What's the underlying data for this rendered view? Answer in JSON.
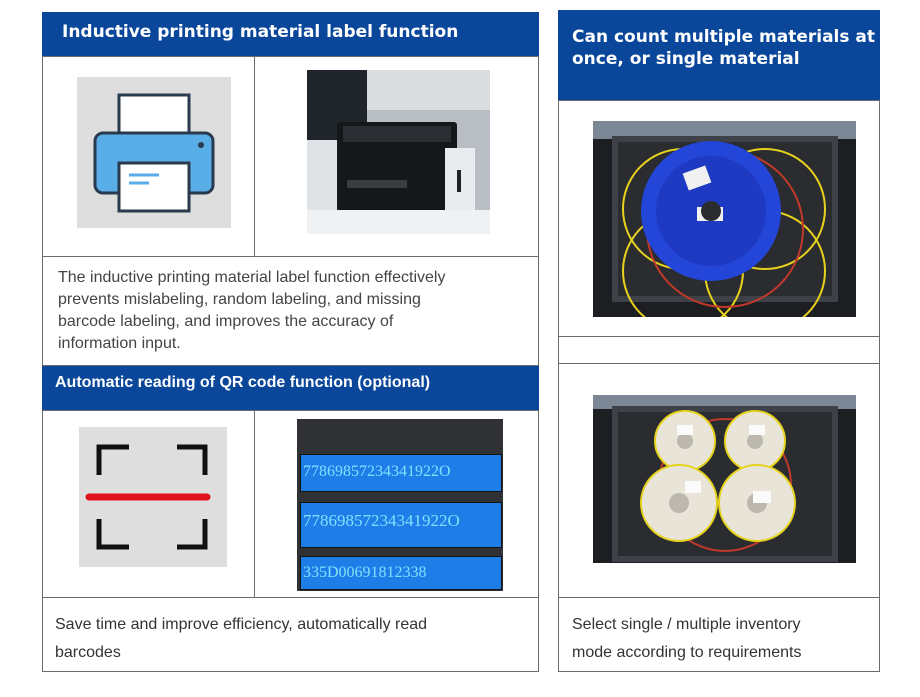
{
  "left": {
    "section1": {
      "title": "Inductive printing material label function",
      "description": "The inductive printing material label function effectively prevents mislabeling, random labeling, and missing barcode labeling, and improves the accuracy of information input.",
      "desc_lines": [
        "The inductive printing material label function effectively",
        "prevents mislabeling, random labeling, and missing",
        "barcode labeling, and improves the accuracy of",
        "information input."
      ]
    },
    "section2": {
      "title": "Automatic reading of QR code function (optional)",
      "description_lines": [
        "Save time and improve efficiency, automatically read",
        "barcodes"
      ],
      "barcodes": [
        "77869857234341922O",
        "77869857234341922O",
        "335D00691812338"
      ]
    }
  },
  "right": {
    "title_lines": [
      "Can count multiple materials at",
      "once, or single material"
    ],
    "caption_lines": [
      "Select single / multiple inventory",
      "mode according to requirements"
    ]
  },
  "colors": {
    "header_bg": "#0a479b",
    "icon_blue": "#5aaee8",
    "scan_red": "#e0121b"
  },
  "icons": [
    "printer-icon",
    "scan-icon"
  ]
}
